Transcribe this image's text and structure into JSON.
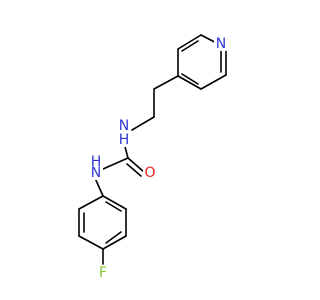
{
  "molecule": {
    "atoms": {
      "pyridine_n": {
        "symbol": "N",
        "color": "#2f37d6"
      },
      "amine_n_upper": {
        "symbol": "N",
        "subscript": "H",
        "color": "#2f37d6"
      },
      "amine_n_lower": {
        "symbol": "N",
        "subscript": "H",
        "color": "#2f37d6"
      },
      "carbonyl_o": {
        "symbol": "O",
        "color": "#e0231f"
      },
      "fluorine": {
        "symbol": "F",
        "color": "#89c742"
      }
    }
  }
}
